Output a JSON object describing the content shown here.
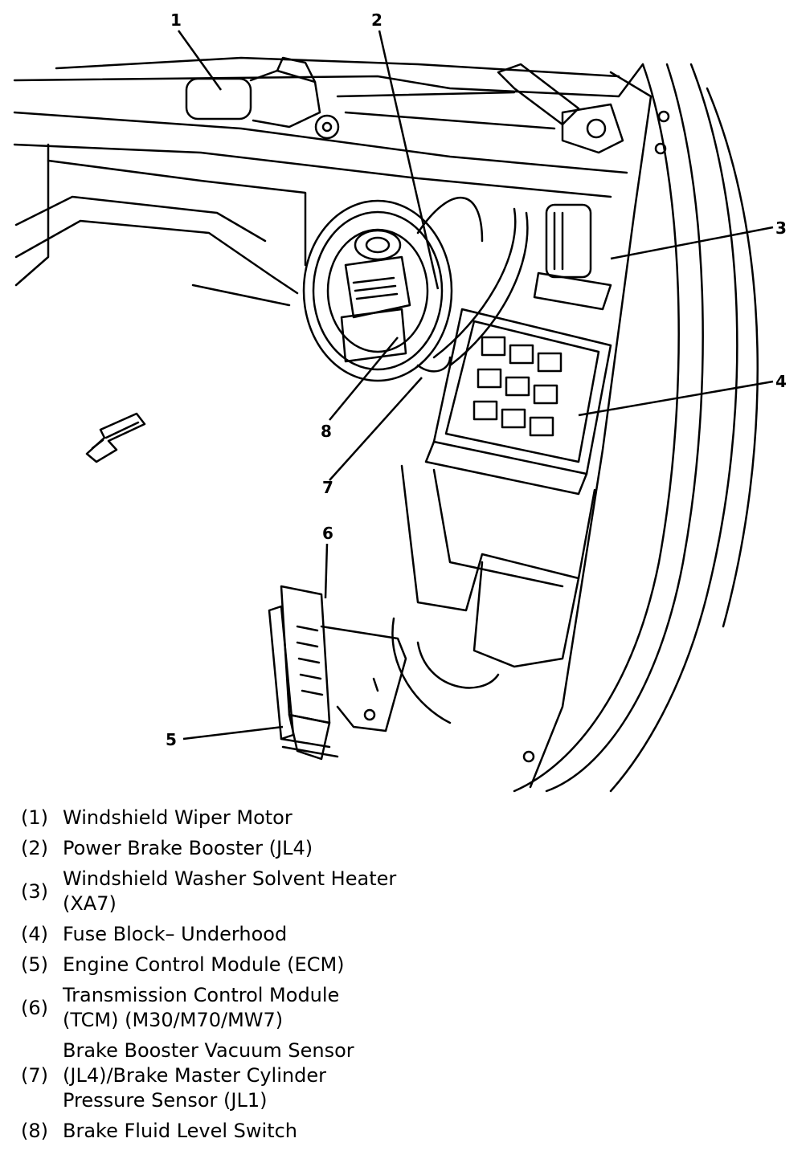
{
  "diagram": {
    "callouts": [
      "1",
      "2",
      "3",
      "4",
      "5",
      "6",
      "7",
      "8"
    ]
  },
  "legend": {
    "items": [
      {
        "number": "(1)",
        "lines": [
          "Windshield Wiper Motor"
        ]
      },
      {
        "number": "(2)",
        "lines": [
          "Power Brake Booster (JL4)"
        ]
      },
      {
        "number": "(3)",
        "lines": [
          "Windshield Washer Solvent Heater",
          "(XA7)"
        ]
      },
      {
        "number": "(4)",
        "lines": [
          "Fuse Block– Underhood"
        ]
      },
      {
        "number": "(5)",
        "lines": [
          "Engine Control Module (ECM)"
        ]
      },
      {
        "number": "(6)",
        "lines": [
          "Transmission Control Module",
          "(TCM) (M30/M70/MW7)"
        ]
      },
      {
        "number": "(7)",
        "lines": [
          "Brake Booster Vacuum Sensor",
          "(JL4)/Brake Master Cylinder",
          "Pressure Sensor (JL1)"
        ]
      },
      {
        "number": "(8)",
        "lines": [
          "Brake Fluid Level Switch"
        ]
      }
    ]
  }
}
